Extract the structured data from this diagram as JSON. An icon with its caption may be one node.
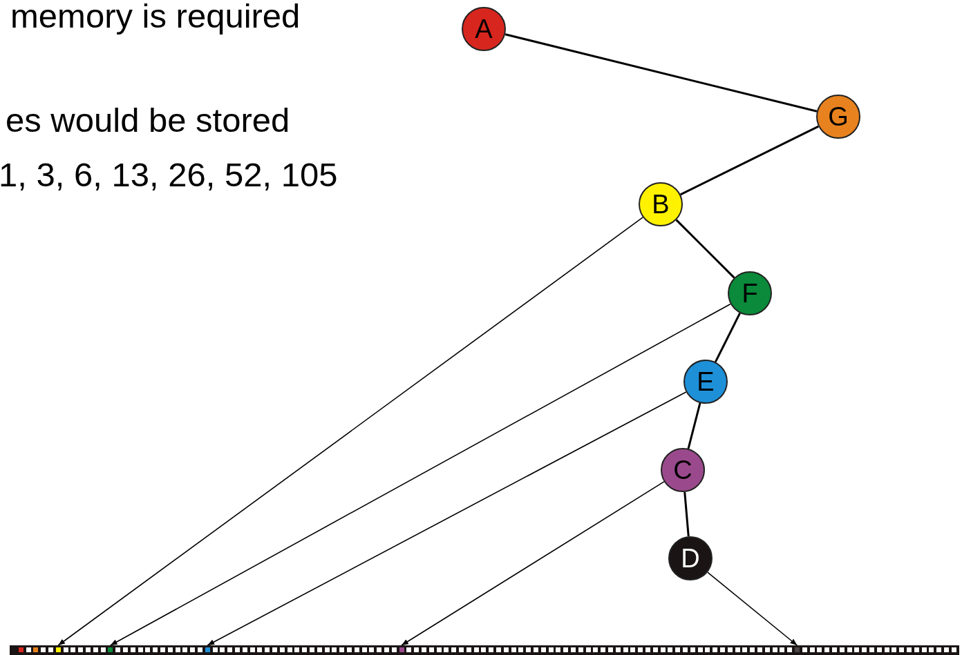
{
  "diagram": {
    "nodes": [
      {
        "text": [
          "A"
        ]
      },
      {
        "text": [
          "G"
        ]
      },
      {
        "text": [
          "B"
        ]
      },
      {
        "text": [
          "F"
        ]
      },
      {
        "text": [
          "E"
        ]
      },
      {
        "text": [
          "C"
        ]
      },
      {
        "text": [
          "D"
        ]
      },
      {
        "text": [],
        "shape": "box"
      },
      {
        "text": [],
        "shape": "box"
      },
      {
        "text": [],
        "shape": "box"
      },
      {
        "text": [],
        "shape": "box"
      },
      {
        "text": [],
        "shape": "box"
      }
    ],
    "edges": [
      {
        "from": 0,
        "to": 1,
        "arrow": "none"
      },
      {
        "from": 1,
        "to": 2,
        "arrow": "none"
      },
      {
        "from": 2,
        "to": 3,
        "arrow": "none"
      },
      {
        "from": 3,
        "to": 4,
        "arrow": "none"
      },
      {
        "from": 4,
        "to": 5,
        "arrow": "none"
      },
      {
        "from": 5,
        "to": 6,
        "arrow": "none"
      },
      {
        "from": 2,
        "to": 7,
        "arrow": "to"
      },
      {
        "from": 3,
        "to": 8,
        "arrow": "to"
      },
      {
        "from": 4,
        "to": 9,
        "arrow": "to"
      },
      {
        "from": 5,
        "to": 10,
        "arrow": "to"
      },
      {
        "from": 6,
        "to": 11,
        "arrow": "to"
      }
    ],
    "labels": [
      "memory is required",
      "es would be stored",
      "1, 3, 6, 13, 26, 52, 105"
    ]
  }
}
